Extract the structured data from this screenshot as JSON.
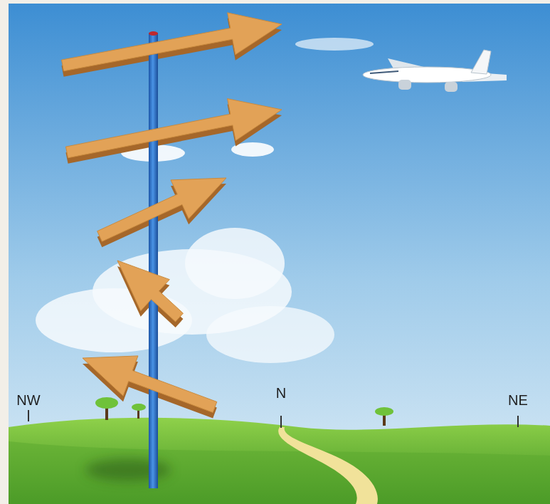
{
  "diagram": {
    "labels": [
      "NW",
      "N",
      "NE"
    ]
  }
}
